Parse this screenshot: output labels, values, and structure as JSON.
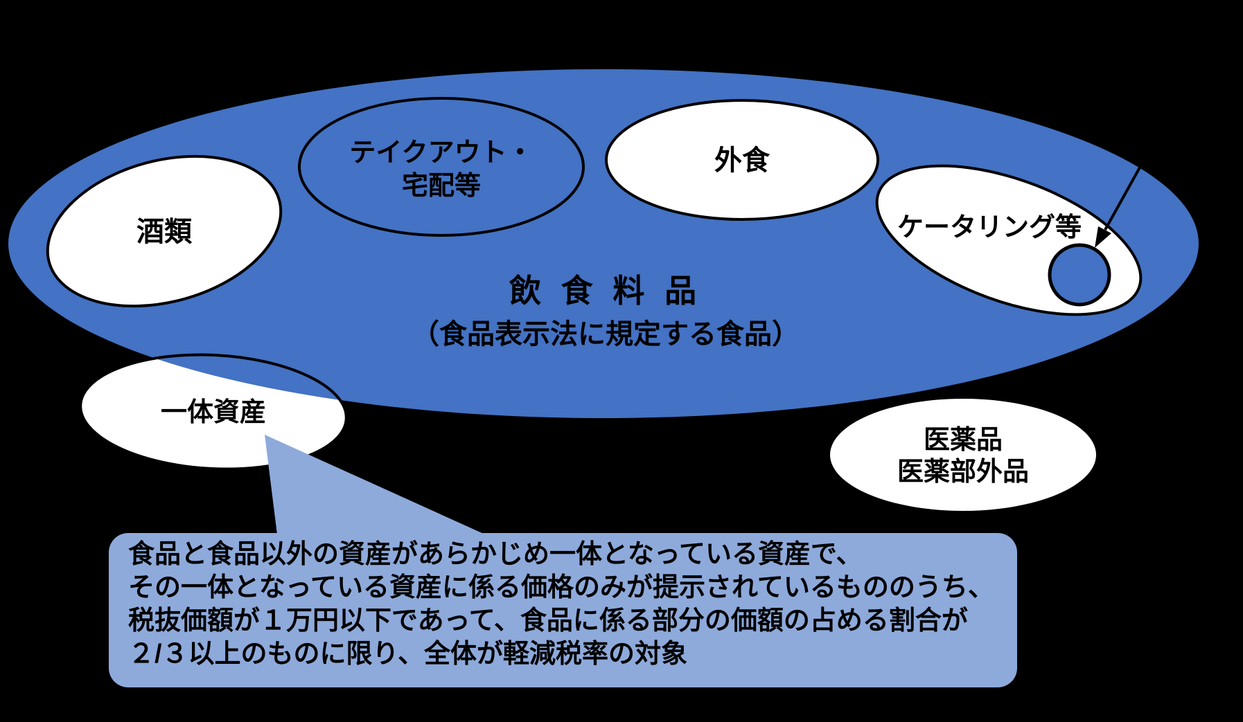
{
  "diagram": {
    "background_color": "#000000",
    "outline_color": "#000000",
    "food_region": {
      "title_line1": "飲 食 料 品",
      "title_line2": "（食品表示法に規定する食品）",
      "fill": "#4472C4"
    },
    "excluded_regions": {
      "fill": "#FFFFFF",
      "alcohol": "酒類",
      "eating_out": "外食",
      "catering": "ケータリング等",
      "medicine_line1": "医薬品",
      "medicine_line2": "医薬部外品"
    },
    "included_regions": {
      "takeout_line1": "テイクアウト・",
      "takeout_line2": "宅配等"
    },
    "integrated_asset": {
      "label": "一体資産"
    },
    "callout": {
      "fill": "#8EAADB",
      "lines": [
        "食品と食品以外の資産があらかじめ一体となっている資産で、",
        "その一体となっている資産に係る価格のみが提示されているもののうち、",
        "税抜価額が１万円以下であって、食品に係る部分の価額の占める割合が",
        "２/３以上のものに限り、全体が軽減税率の対象"
      ]
    }
  }
}
